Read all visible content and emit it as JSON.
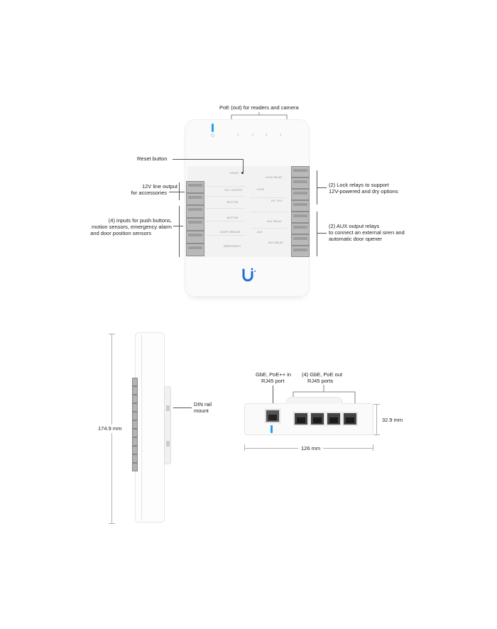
{
  "callouts": {
    "poe_out": "PoE (out) for readers and camera",
    "reset": "Reset button",
    "line12v_1": "12V line output",
    "line12v_2": "for accessories",
    "inputs_1": "(4) inputs for push buttons,",
    "inputs_2": "motion sensors, emergency alarm",
    "inputs_3": "and door position sensors",
    "lock_1": "(2) Lock relays to support",
    "lock_2": "12V-powered and dry options",
    "aux_1": "(2) AUX output relays",
    "aux_2": "to connect an external siren and",
    "aux_3": "automatic door opener"
  },
  "side_view": {
    "din_1": "DIN rail",
    "din_2": "mount",
    "height": "174.9 mm"
  },
  "bottom_view": {
    "gbe_in_1": "GbE, PoE++ in",
    "gbe_in_2": "RJ45 port",
    "gbe_out_1": "(4) GbE, PoE out",
    "gbe_out_2": "RJ45 ports",
    "depth": "32.9 mm",
    "width": "126 mm"
  },
  "colors": {
    "accent": "#1da1f2",
    "terminal": "#b9b9b9"
  },
  "icons": {
    "logo": "ubiquiti-u-logo"
  }
}
